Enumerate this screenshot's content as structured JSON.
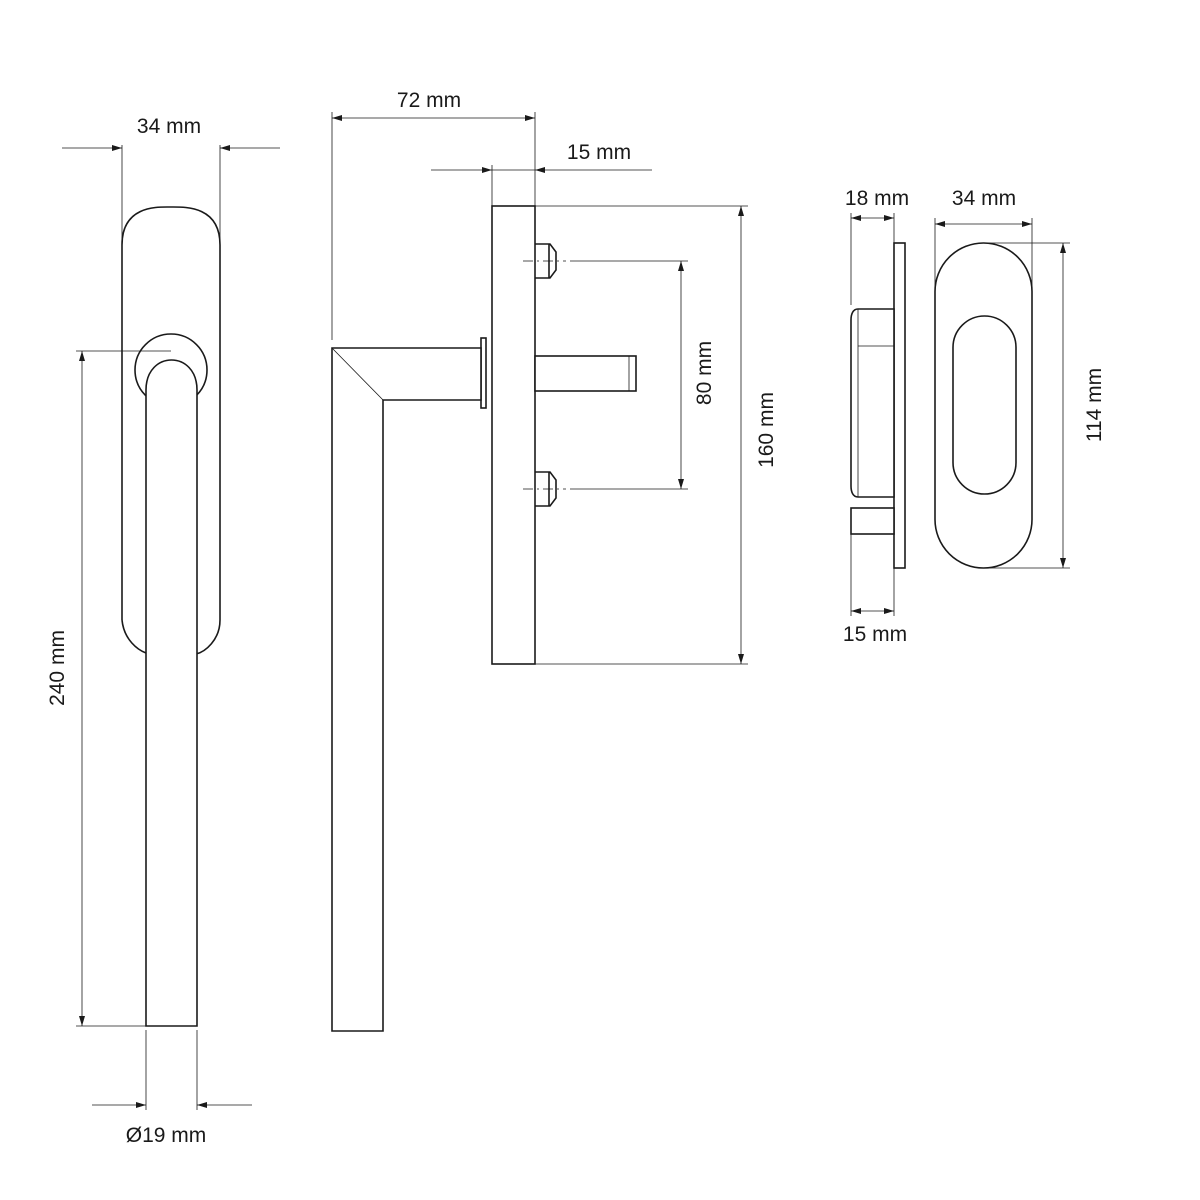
{
  "dimensions": {
    "handle_front_width": "34 mm",
    "handle_length": "240 mm",
    "handle_diameter": "Ø19 mm",
    "projection": "72 mm",
    "base_thickness": "15 mm",
    "screw_spacing": "80 mm",
    "rose_height": "160 mm",
    "rose_side_depth": "18 mm",
    "rose_side_plate": "15 mm",
    "rose_front_width": "34 mm",
    "rose_front_height": "114 mm"
  }
}
